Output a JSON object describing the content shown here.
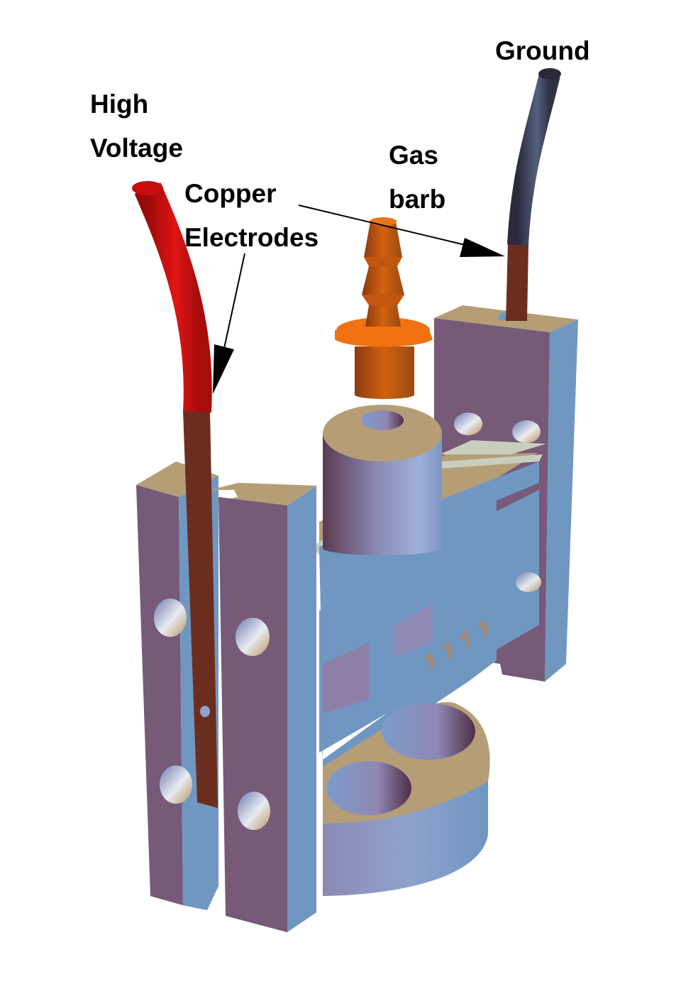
{
  "labels": {
    "high_voltage": [
      "High",
      "Voltage"
    ],
    "copper_electrodes": [
      "Copper",
      "Electrodes"
    ],
    "gas_barb": [
      "Gas",
      "barb"
    ],
    "ground": [
      "Ground"
    ]
  },
  "colors": {
    "plate_face": "#765a78",
    "plate_side": "#6f97c2",
    "plate_top": "#b59e76",
    "copper": "#6b2e1e",
    "hv_wire": "#d10f10",
    "ground_wire": "#3a3a52",
    "barb": "#cc5a10",
    "barb_flange": "#f07212",
    "cylinder": "#8f8ab0",
    "mica_strip": "#c9cfbe"
  }
}
